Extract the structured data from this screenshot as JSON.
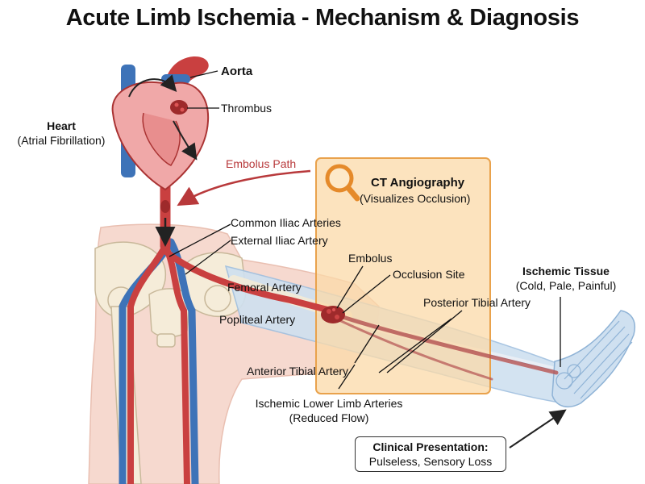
{
  "title": "Acute Limb Ischemia - Mechanism & Diagnosis",
  "labels": {
    "aorta": "Aorta",
    "thrombus": "Thrombus",
    "heart_title": "Heart",
    "heart_sub": "(Atrial Fibrillation)",
    "embolus_path": "Embolus Path",
    "ct_title": "CT Angiography",
    "ct_sub": "(Visualizes Occlusion)",
    "common_iliac": "Common Iliac Arteries",
    "external_iliac": "External Iliac Artery",
    "embolus": "Embolus",
    "occlusion_site": "Occlusion Site",
    "femoral": "Femoral Artery",
    "ischemic_tissue_title": "Ischemic Tissue",
    "ischemic_tissue_sub": "(Cold, Pale, Painful)",
    "posterior_tibial": "Posterior Tibial Artery",
    "popliteal": "Popliteal Artery",
    "anterior_tibial": "Anterior Tibial Artery",
    "lower_limb_line1": "Ischemic Lower Limb Arteries",
    "lower_limb_line2": "(Reduced Flow)",
    "clinical_title": "Clinical Presentation:",
    "clinical_sub": "Pulseless, Sensory Loss"
  },
  "colors": {
    "artery_red": "#c94040",
    "dark_red": "#9e2a2b",
    "vein_blue": "#3e73b8",
    "heart_pink": "#f0a8a8",
    "body_skin": "#f6d9cf",
    "ct_box_fill": "#fbd9a8",
    "ct_box_border": "#e9a24c",
    "magnifier_orange": "#e58a2a",
    "ischemic_blue": "#bcd6ec"
  }
}
